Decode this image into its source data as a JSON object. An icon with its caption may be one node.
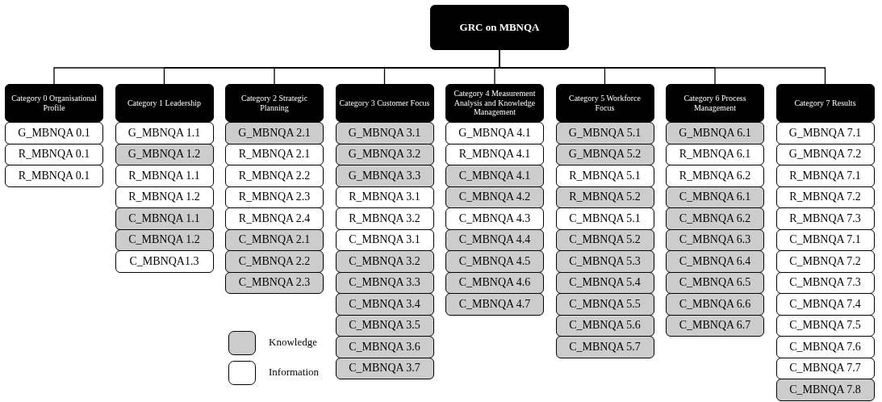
{
  "diagram": {
    "nodes": [
      {
        "text": [
          "GRC on MBNQA"
        ]
      },
      {
        "text": [
          "Category 0 Organisational Profile"
        ]
      },
      {
        "text": [
          "G_MBNQA 0.1"
        ]
      },
      {
        "text": [
          "R_MBNQA 0.1"
        ]
      },
      {
        "text": [
          "R_MBNQA 0.1"
        ]
      },
      {
        "text": [
          "Category 1 Leadership"
        ]
      },
      {
        "text": [
          "G_MBNQA 1.1"
        ]
      },
      {
        "text": [
          "G_MBNQA 1.2"
        ]
      },
      {
        "text": [
          "R_MBNQA 1.1"
        ]
      },
      {
        "text": [
          "R_MBNQA 1.2"
        ]
      },
      {
        "text": [
          "C_MBNQA 1.1"
        ]
      },
      {
        "text": [
          "C_MBNQA 1.2"
        ]
      },
      {
        "text": [
          "C_MBNQA1.3"
        ]
      },
      {
        "text": [
          "Category 2 Strategic Planning"
        ]
      },
      {
        "text": [
          "G_MBNQA 2.1"
        ]
      },
      {
        "text": [
          "R_MBNQA 2.1"
        ]
      },
      {
        "text": [
          "R_MBNQA 2.2"
        ]
      },
      {
        "text": [
          "R_MBNQA 2.3"
        ]
      },
      {
        "text": [
          "R_MBNQA 2.4"
        ]
      },
      {
        "text": [
          "C_MBNQA 2.1"
        ]
      },
      {
        "text": [
          "C_MBNQA 2.2"
        ]
      },
      {
        "text": [
          "C_MBNQA 2.3"
        ]
      },
      {
        "text": [
          "Category 3 Customer Focus"
        ]
      },
      {
        "text": [
          "G_MBNQA 3.1"
        ]
      },
      {
        "text": [
          "G_MBNQA 3.2"
        ]
      },
      {
        "text": [
          "G_MBNQA 3.3"
        ]
      },
      {
        "text": [
          "R_MBNQA 3.1"
        ]
      },
      {
        "text": [
          "R_MBNQA 3.2"
        ]
      },
      {
        "text": [
          "C_MBNQA 3.1"
        ]
      },
      {
        "text": [
          "C_MBNQA 3.2"
        ]
      },
      {
        "text": [
          "C_MBNQA 3.3"
        ]
      },
      {
        "text": [
          "C_MBNQA 3.4"
        ]
      },
      {
        "text": [
          "C_MBNQA 3.5"
        ]
      },
      {
        "text": [
          "C_MBNQA 3.6"
        ]
      },
      {
        "text": [
          "C_MBNQA 3.7"
        ]
      },
      {
        "text": [
          "Category 4 Measurement Analysis and Knowledge Management"
        ]
      },
      {
        "text": [
          "G_MBNQA 4.1"
        ]
      },
      {
        "text": [
          "R_MBNQA 4.1"
        ]
      },
      {
        "text": [
          "C_MBNQA 4.1"
        ]
      },
      {
        "text": [
          "C_MBNQA 4.2"
        ]
      },
      {
        "text": [
          "C_MBNQA 4.3"
        ]
      },
      {
        "text": [
          "C_MBNQA 4.4"
        ]
      },
      {
        "text": [
          "C_MBNQA 4.5"
        ]
      },
      {
        "text": [
          "C_MBNQA 4.6"
        ]
      },
      {
        "text": [
          "C_MBNQA 4.7"
        ]
      },
      {
        "text": [
          "Category 5 Workforce Focus"
        ]
      },
      {
        "text": [
          "G_MBNQA 5.1"
        ]
      },
      {
        "text": [
          "G_MBNQA 5.2"
        ]
      },
      {
        "text": [
          "R_MBNQA 5.1"
        ]
      },
      {
        "text": [
          "R_MBNQA 5.2"
        ]
      },
      {
        "text": [
          "C_MBNQA 5.1"
        ]
      },
      {
        "text": [
          "C_MBNQA 5.2"
        ]
      },
      {
        "text": [
          "C_MBNQA 5.3"
        ]
      },
      {
        "text": [
          "C_MBNQA 5.4"
        ]
      },
      {
        "text": [
          "C_MBNQA 5.5"
        ]
      },
      {
        "text": [
          "C_MBNQA 5.6"
        ]
      },
      {
        "text": [
          "C_MBNQA 5.7"
        ]
      },
      {
        "text": [
          "Category 6 Process Management"
        ]
      },
      {
        "text": [
          "G_MBNQA 6.1"
        ]
      },
      {
        "text": [
          "R_MBNQA 6.1"
        ]
      },
      {
        "text": [
          "R_MBNQA 6.2"
        ]
      },
      {
        "text": [
          "C_MBNQA 6.1"
        ]
      },
      {
        "text": [
          "C_MBNQA 6.2"
        ]
      },
      {
        "text": [
          "C_MBNQA 6.3"
        ]
      },
      {
        "text": [
          "C_MBNQA 6.4"
        ]
      },
      {
        "text": [
          "C_MBNQA 6.5"
        ]
      },
      {
        "text": [
          "C_MBNQA 6.6"
        ]
      },
      {
        "text": [
          "C_MBNQA 6.7"
        ]
      },
      {
        "text": [
          "Category 7 Results"
        ]
      },
      {
        "text": [
          "G_MBNQA 7.1"
        ]
      },
      {
        "text": [
          "G_MBNQA 7.2"
        ]
      },
      {
        "text": [
          "R_MBNQA 7.1"
        ]
      },
      {
        "text": [
          "R_MBNQA 7.2"
        ]
      },
      {
        "text": [
          "R_MBNQA 7.3"
        ]
      },
      {
        "text": [
          "C_MBNQA 7.1"
        ]
      },
      {
        "text": [
          "C_MBNQA 7.2"
        ]
      },
      {
        "text": [
          "C_MBNQA 7.3"
        ]
      },
      {
        "text": [
          "C_MBNQA 7.4"
        ]
      },
      {
        "text": [
          "C_MBNQA 7.5"
        ]
      },
      {
        "text": [
          "C_MBNQA 7.6"
        ]
      },
      {
        "text": [
          "C_MBNQA 7.7"
        ]
      },
      {
        "text": [
          "C_MBNQA 7.8"
        ]
      }
    ],
    "edges": [
      {
        "from": 0,
        "to": 1,
        "arrow": "none"
      },
      {
        "from": 0,
        "to": 5,
        "arrow": "none"
      },
      {
        "from": 0,
        "to": 13,
        "arrow": "none"
      },
      {
        "from": 0,
        "to": 22,
        "arrow": "none"
      },
      {
        "from": 0,
        "to": 35,
        "arrow": "none"
      },
      {
        "from": 0,
        "to": 45,
        "arrow": "none"
      },
      {
        "from": 0,
        "to": 57,
        "arrow": "none"
      },
      {
        "from": 0,
        "to": 68,
        "arrow": "none"
      }
    ],
    "legend": [
      {
        "text": "Knowledge",
        "color": "#cccccc"
      },
      {
        "text": "Information",
        "color": "#ffffff"
      }
    ]
  }
}
